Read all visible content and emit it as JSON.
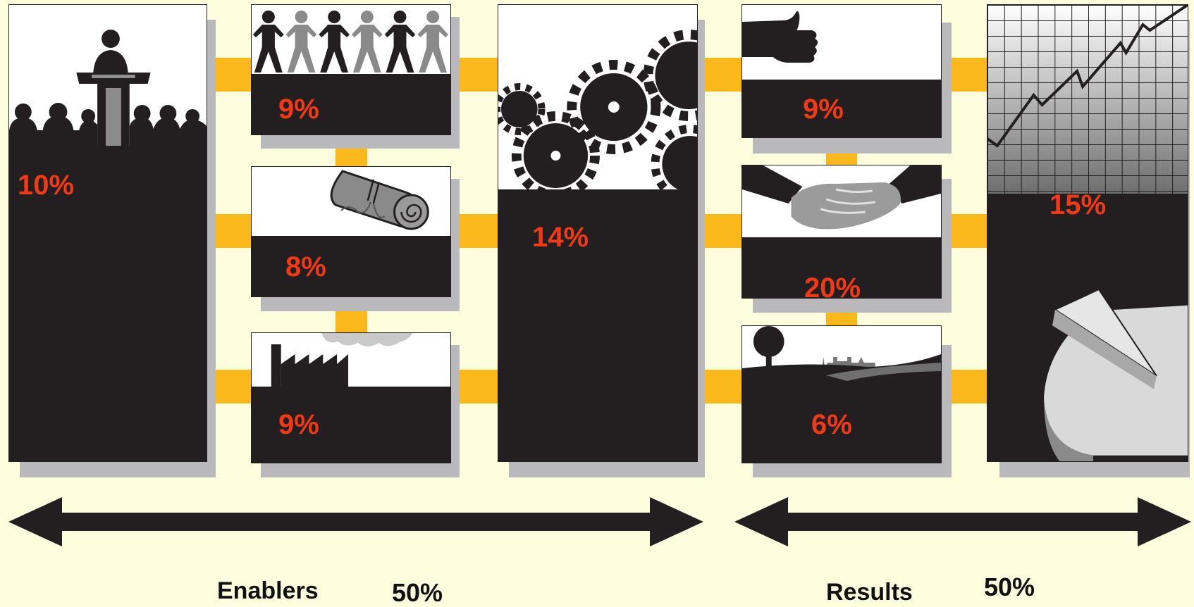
{
  "colors": {
    "background": "#fefedf",
    "box": "#231f20",
    "connector": "#fbb81a",
    "shadow": "#b9b9bb",
    "percent": "#f03a17"
  },
  "criteria": [
    {
      "id": "leadership",
      "percent": "10%",
      "icon": "speaker-podium-icon"
    },
    {
      "id": "people",
      "percent": "9%",
      "icon": "paper-people-chain-icon"
    },
    {
      "id": "policy-strategy",
      "percent": "8%",
      "icon": "scroll-icon"
    },
    {
      "id": "partnerships-resources",
      "percent": "9%",
      "icon": "factory-icon"
    },
    {
      "id": "processes",
      "percent": "14%",
      "icon": "gears-icon"
    },
    {
      "id": "people-results",
      "percent": "9%",
      "icon": "thumbs-up-icon"
    },
    {
      "id": "customer-results",
      "percent": "20%",
      "icon": "handshake-icon"
    },
    {
      "id": "society-results",
      "percent": "6%",
      "icon": "landscape-icon"
    },
    {
      "id": "key-results",
      "percent": "15%",
      "icon": "growth-chart-icon"
    }
  ],
  "groups": {
    "enablers": {
      "label": "Enablers",
      "percent": "50%"
    },
    "results": {
      "label": "Results",
      "percent": "50%"
    }
  }
}
